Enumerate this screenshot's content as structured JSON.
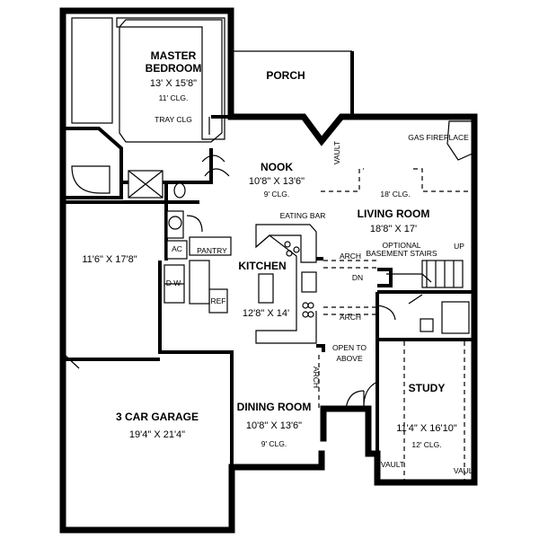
{
  "plan": {
    "master_bedroom": {
      "name_1": "MASTER",
      "name_2": "BEDROOM",
      "dims": "13' X 15'8\"",
      "ceiling": "11' CLG.",
      "note": "TRAY CLG"
    },
    "porch": {
      "name": "PORCH"
    },
    "nook": {
      "name": "NOOK",
      "dims": "10'8\" X 13'6\"",
      "ceiling": "9' CLG."
    },
    "living_room": {
      "name": "LIVING ROOM",
      "dims": "18'8\" X 17'",
      "ceiling": "18' CLG."
    },
    "kitchen": {
      "name": "KITCHEN",
      "dims": "12'8\" X 14'"
    },
    "dining_room": {
      "name": "DINING ROOM",
      "dims": "10'8\" X 13'6\"",
      "ceiling": "9' CLG."
    },
    "study": {
      "name": "STUDY",
      "dims": "11'4\" X 16'10\"",
      "ceiling": "12' CLG."
    },
    "garage": {
      "name": "3 CAR GARAGE",
      "dims": "19'4\" X 21'4\""
    },
    "utility": {
      "dims": "11'6\" X 17'8\""
    },
    "labels": {
      "gas_fireplace": "GAS FIREPLACE",
      "eating_bar": "EATING BAR",
      "pantry": "PANTRY",
      "ac": "AC",
      "ref": "REF",
      "dw": "D W",
      "arch": "ARCH",
      "optional_stairs_1": "OPTIONAL",
      "optional_stairs_2": "BASEMENT STAIRS",
      "up": "UP",
      "dn": "DN",
      "open_to_1": "OPEN TO",
      "open_to_2": "ABOVE",
      "vault": "VAULT"
    }
  }
}
